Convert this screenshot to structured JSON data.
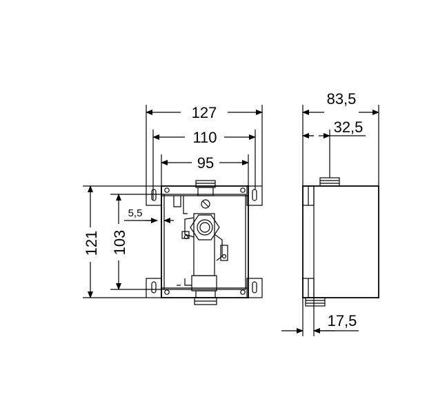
{
  "front_view": {
    "width_overall": "127",
    "width_mounting": "110",
    "width_housing": "95",
    "height_overall": "121",
    "height_housing": "103",
    "offset_small": "5,5"
  },
  "side_view": {
    "depth_overall": "83,5",
    "connection_offset": "32,5",
    "wall_offset": "17,5"
  }
}
